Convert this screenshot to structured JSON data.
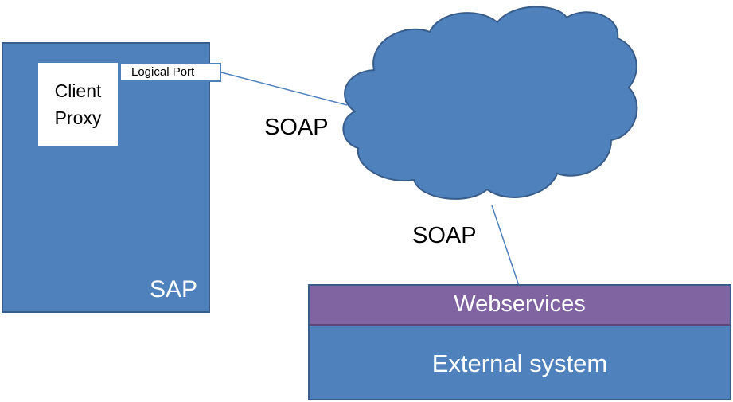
{
  "diagram": {
    "sap_label": "SAP",
    "client_proxy_label": "Client\nProxy",
    "logical_port_label": "Logical Port",
    "soap_label_top": "SOAP",
    "soap_label_bottom": "SOAP",
    "webservices_label": "Webservices",
    "external_system_label": "External system"
  },
  "colors": {
    "box_fill": "#4f81bd",
    "box_border": "#385d8a",
    "webservices_fill": "#8064a2"
  },
  "icons": {
    "cloud": "network-cloud-icon"
  }
}
